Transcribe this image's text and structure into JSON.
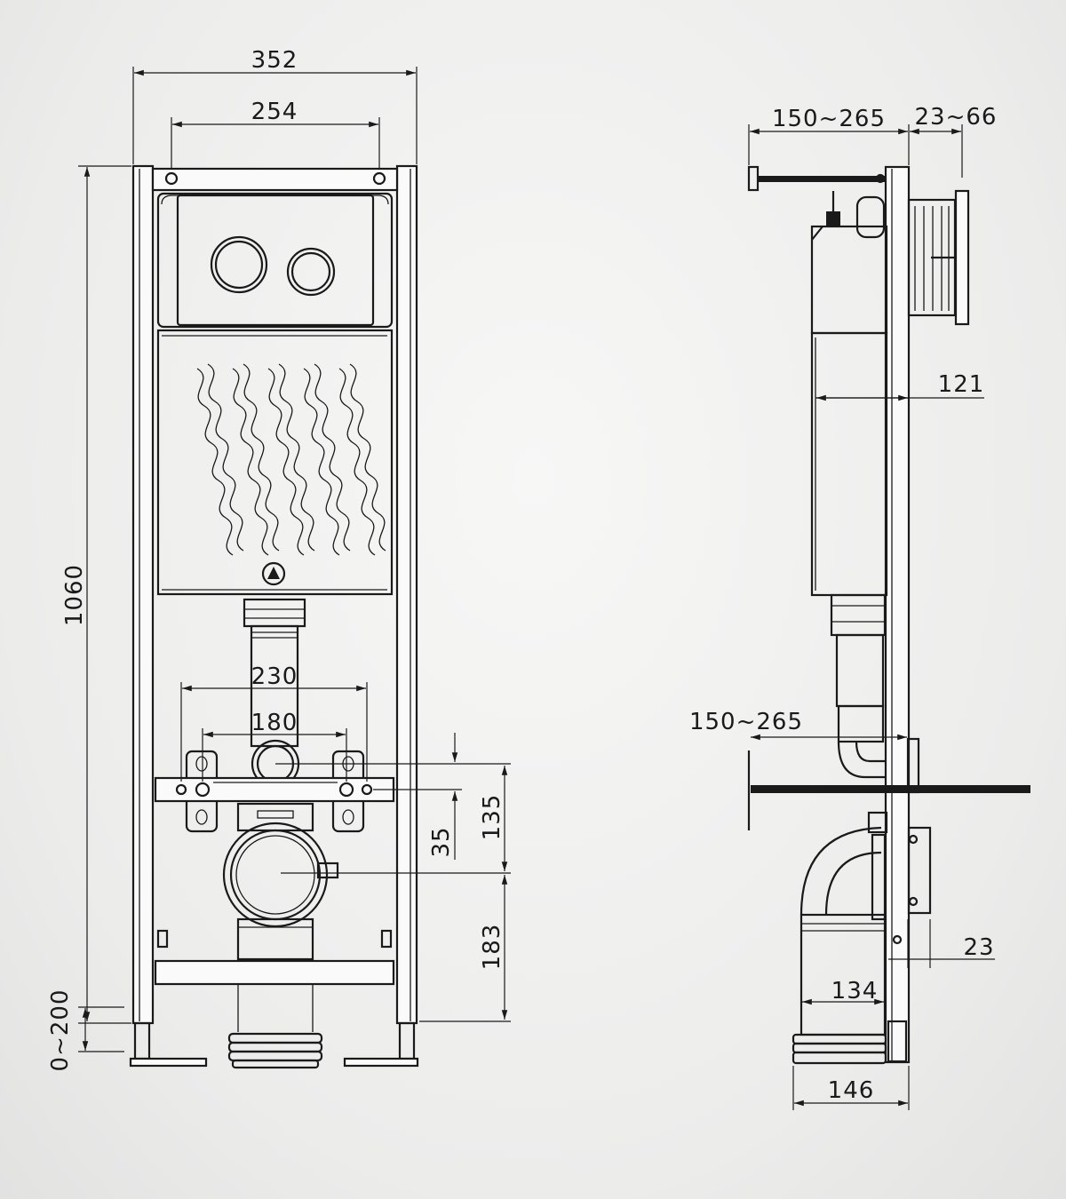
{
  "front_view": {
    "dim_overall_width": "352",
    "dim_bolt_spacing": "254",
    "dim_height": "1060",
    "dim_leg_adjust": "0~200",
    "dim_stud_spacing_outer": "230",
    "dim_stud_spacing_inner": "180",
    "dim_small_offset": "35",
    "dim_inlet_to_drain": "135",
    "dim_drain_height": "183"
  },
  "side_view": {
    "dim_wall_range_top": "150~265",
    "dim_plate_range": "23~66",
    "dim_tank_depth": "121",
    "dim_wall_range_bottom": "150~265",
    "dim_flange": "23",
    "dim_elbow": "134",
    "dim_outlet_depth": "146"
  }
}
